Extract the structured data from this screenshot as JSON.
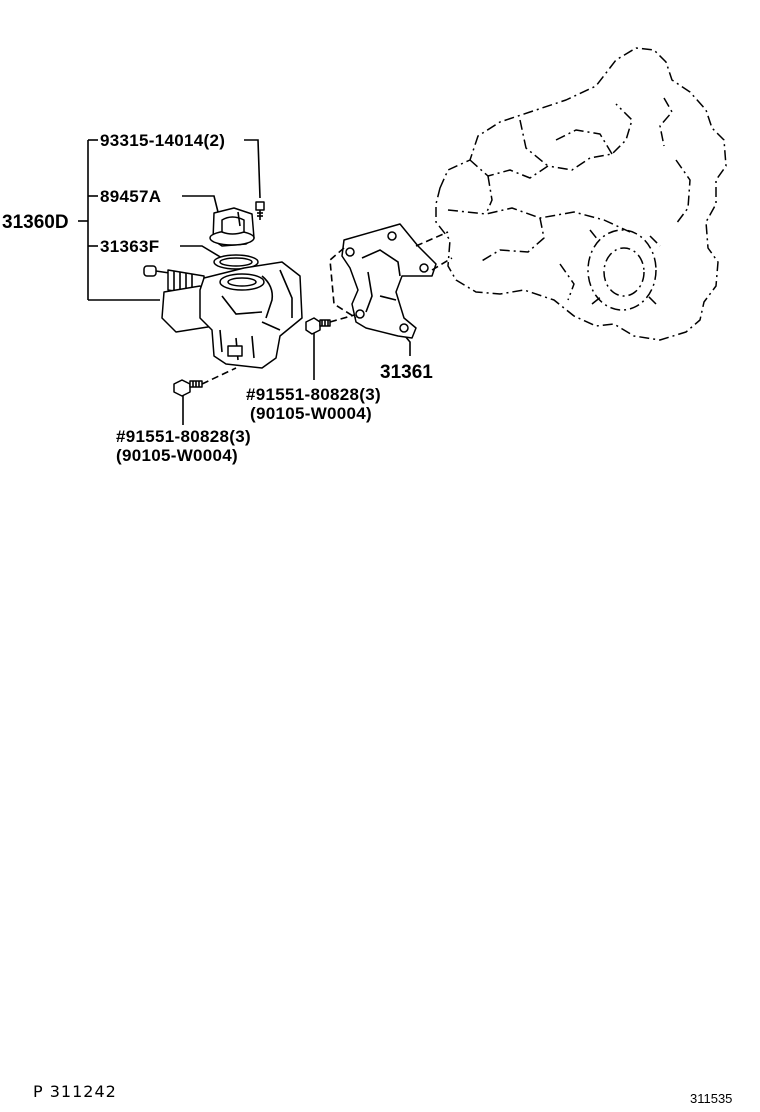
{
  "labels": {
    "bolt_top": "93315-14014(2)",
    "reservoir_cap": "89457A",
    "assembly": "31360D",
    "gasket": "31363F",
    "bracket": "31361",
    "bolt_mid_a": "#91551-80828(3)",
    "bolt_mid_b": "(90105-W0004)",
    "bolt_low_a": "#91551-80828(3)",
    "bolt_low_b": "(90105-W0004)"
  },
  "footer": {
    "page_ref": "P 311242",
    "fig_no": "311535"
  }
}
